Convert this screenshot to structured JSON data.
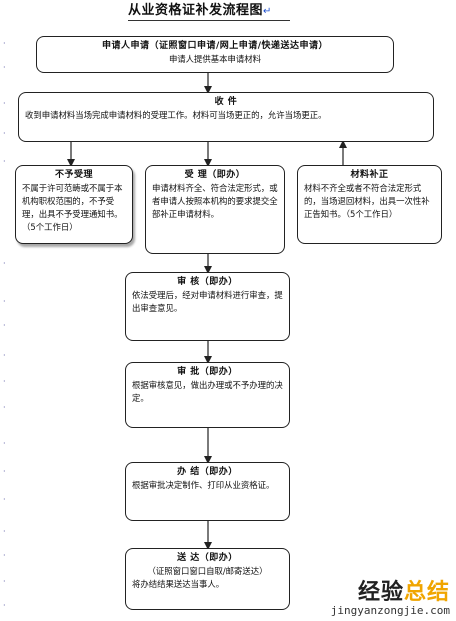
{
  "title": "从业资格证补发流程图",
  "title_mark": "↵",
  "boxes": {
    "apply": {
      "heading": "申请人申请（证照窗口申请/网上申请/快递送达申请）",
      "sub": "申请人提供基本申请材料"
    },
    "receive": {
      "heading": "收 件",
      "text": "收到申请材料当场完成申请材料的受理工作。材料可当场更正的，允许当场更正。"
    },
    "reject": {
      "heading": "不予受理",
      "text": "不属于许可范畴或不属于本机构职权范围的，不予受理，出具不予受理通知书。（5个工作日）"
    },
    "accept": {
      "heading": "受 理（即办）",
      "text": "申请材料齐全、符合法定形式，或者申请人按照本机构的要求提交全部补正申请材料。"
    },
    "supplement": {
      "heading": "材料补正",
      "text": "材料不齐全或者不符合法定形式的，当场退回材料，出具一次性补正告知书。（5个工作日）"
    },
    "review": {
      "heading": "审 核（即办）",
      "text": "依法受理后，经对申请材料进行审查，提出审查意见。"
    },
    "approve": {
      "heading": "审 批（即办）",
      "text": "根据审核意见，做出办理或不予办理的决定。"
    },
    "handle": {
      "heading": "办 结（即办）",
      "text": "根据审批决定制作、打印从业资格证。"
    },
    "deliver": {
      "heading": "送 达（即办）",
      "text1": "（证照窗口窗口自取/邮寄送达）",
      "text2": "将办结结果送达当事人。"
    }
  },
  "watermark": {
    "cn_a": "经验",
    "cn_b": "总结",
    "en": "jingyanzongjie.com"
  },
  "colors": {
    "line": "#222222",
    "shadow": "#a8a8a8",
    "margin_mark": "#4a4a9a",
    "watermark_accent": "#f0a500"
  }
}
